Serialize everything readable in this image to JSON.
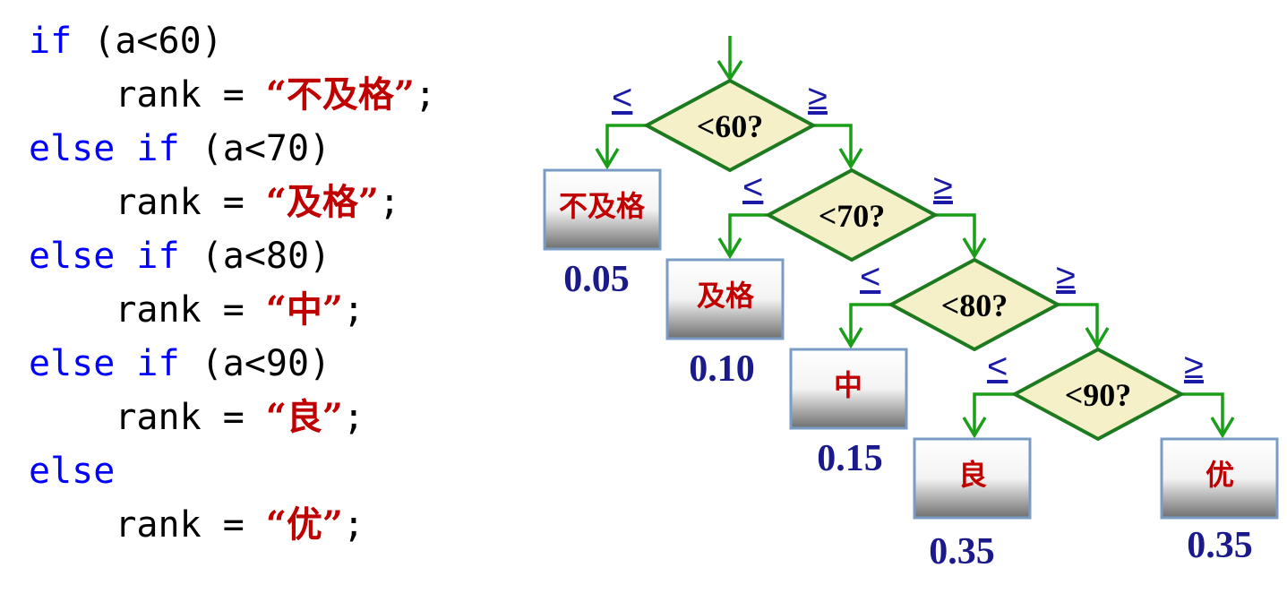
{
  "code": {
    "lines": [
      {
        "kw": "if",
        "rest": " (a<60)"
      },
      {
        "prefix": "    rank = ",
        "str": "“不及格”",
        "suffix": ";"
      },
      {
        "kw": "else if",
        "rest": " (a<70)"
      },
      {
        "prefix": "    rank = ",
        "str": "“及格”",
        "suffix": ";"
      },
      {
        "kw": "else if",
        "rest": " (a<80)"
      },
      {
        "prefix": "    rank = ",
        "str": "“中”",
        "suffix": ";"
      },
      {
        "kw": "else if",
        "rest": " (a<90)"
      },
      {
        "prefix": "    rank = ",
        "str": "“良”",
        "suffix": ";"
      },
      {
        "kw": "else",
        "rest": ""
      },
      {
        "prefix": "    rank = ",
        "str": "“优”",
        "suffix": ";"
      }
    ]
  },
  "tree": {
    "conditions": [
      "<60?",
      "<70?",
      "<80?",
      "<90?"
    ],
    "less_label": "<",
    "ge_label": "≥",
    "leaves": [
      {
        "label": "不及格",
        "prob": "0.05"
      },
      {
        "label": "及格",
        "prob": "0.10"
      },
      {
        "label": "中",
        "prob": "0.15"
      },
      {
        "label": "良",
        "prob": "0.35"
      },
      {
        "label": "优",
        "prob": "0.35"
      }
    ]
  },
  "colors": {
    "keyword": "#0000ff",
    "string": "#c00000",
    "arrow": "#1a9e1a",
    "diamond_border": "#1e7a1e",
    "diamond_fill": "#f6f0c8",
    "branch_label": "#1a1aa6",
    "prob": "#1a1a8c"
  }
}
